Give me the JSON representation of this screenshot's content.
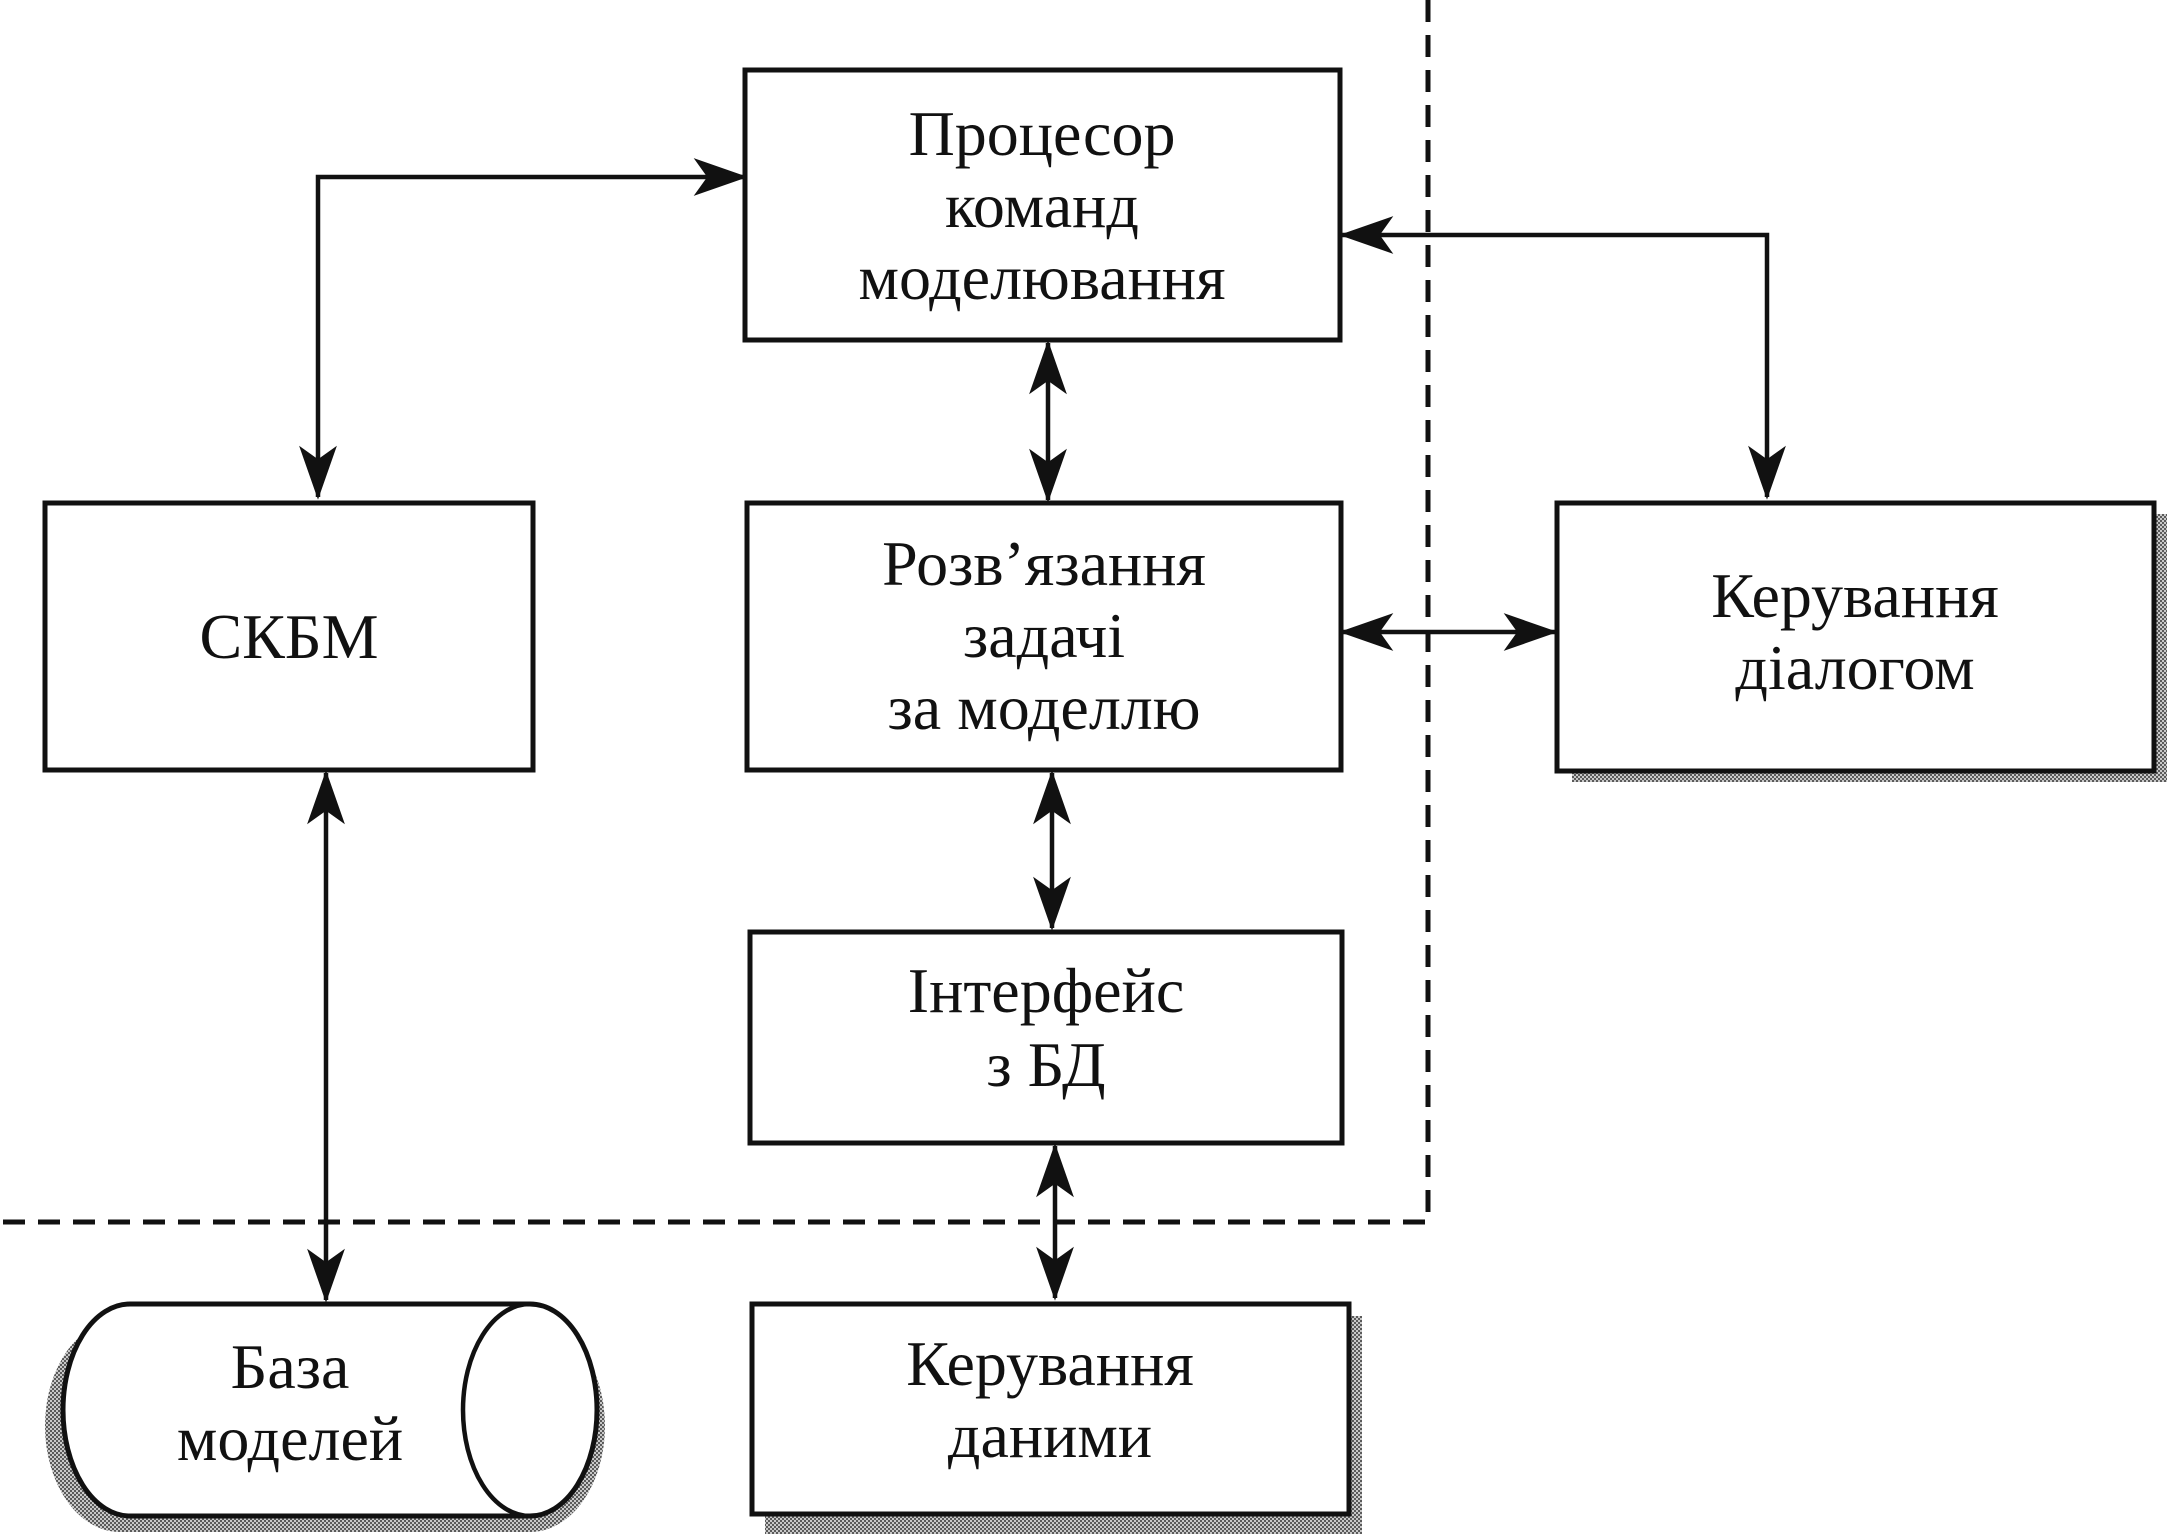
{
  "diagram": {
    "nodes": {
      "processor": {
        "lines": [
          "Процесор",
          "команд",
          "моделювання"
        ]
      },
      "skbm": {
        "lines": [
          "СКБМ"
        ]
      },
      "solve": {
        "lines": [
          "Розв’язання",
          "задачі",
          "за моделлю"
        ]
      },
      "dialog": {
        "lines": [
          "Керування",
          "діалогом"
        ]
      },
      "db_interface": {
        "lines": [
          "Інтерфейс",
          "з БД"
        ]
      },
      "model_base": {
        "lines": [
          "База",
          "моделей"
        ]
      },
      "data_mgmt": {
        "lines": [
          "Керування",
          "даними"
        ]
      }
    },
    "edges": [
      {
        "from": "processor",
        "to": "skbm",
        "direction": "both"
      },
      {
        "from": "processor",
        "to": "dialog",
        "direction": "both"
      },
      {
        "from": "processor",
        "to": "solve",
        "direction": "both"
      },
      {
        "from": "solve",
        "to": "dialog",
        "direction": "both"
      },
      {
        "from": "solve",
        "to": "db_interface",
        "direction": "both"
      },
      {
        "from": "skbm",
        "to": "model_base",
        "direction": "both"
      },
      {
        "from": "db_interface",
        "to": "data_mgmt",
        "direction": "both"
      }
    ],
    "boundary_style": "dashed"
  },
  "colors": {
    "ink": "#111111",
    "shadow": "#9a9a9a",
    "background": "#ffffff"
  }
}
